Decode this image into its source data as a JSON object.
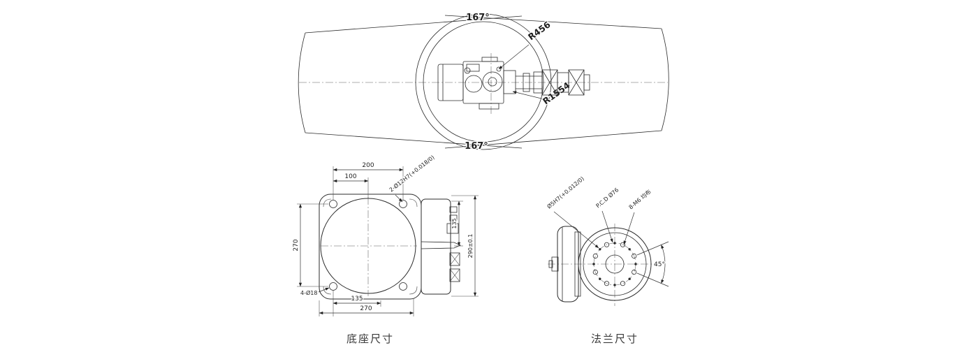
{
  "top_view": {
    "angle_top": "167°",
    "angle_bottom": "167°",
    "radius_min": "R456",
    "radius_max": "R1554"
  },
  "base_view": {
    "title": "底座尺寸",
    "dims": {
      "top_width": "200",
      "top_half": "100",
      "left_height": "270",
      "right_height": "290±0.1",
      "right_upper": "135",
      "bottom_half": "135",
      "bottom_width": "270"
    },
    "notes": {
      "dowel_holes": "2-Ø12H7(+0.018/0)",
      "corner_holes": "4-Ø18"
    }
  },
  "flange_view": {
    "title": "法兰尺寸",
    "notes": {
      "dowel_hole": "Ø5H7(+0.012/0)",
      "pitch_circle": "P.C.D Ø76",
      "bolt_holes": "8-M6 均布",
      "hole_angle": "45°"
    }
  }
}
